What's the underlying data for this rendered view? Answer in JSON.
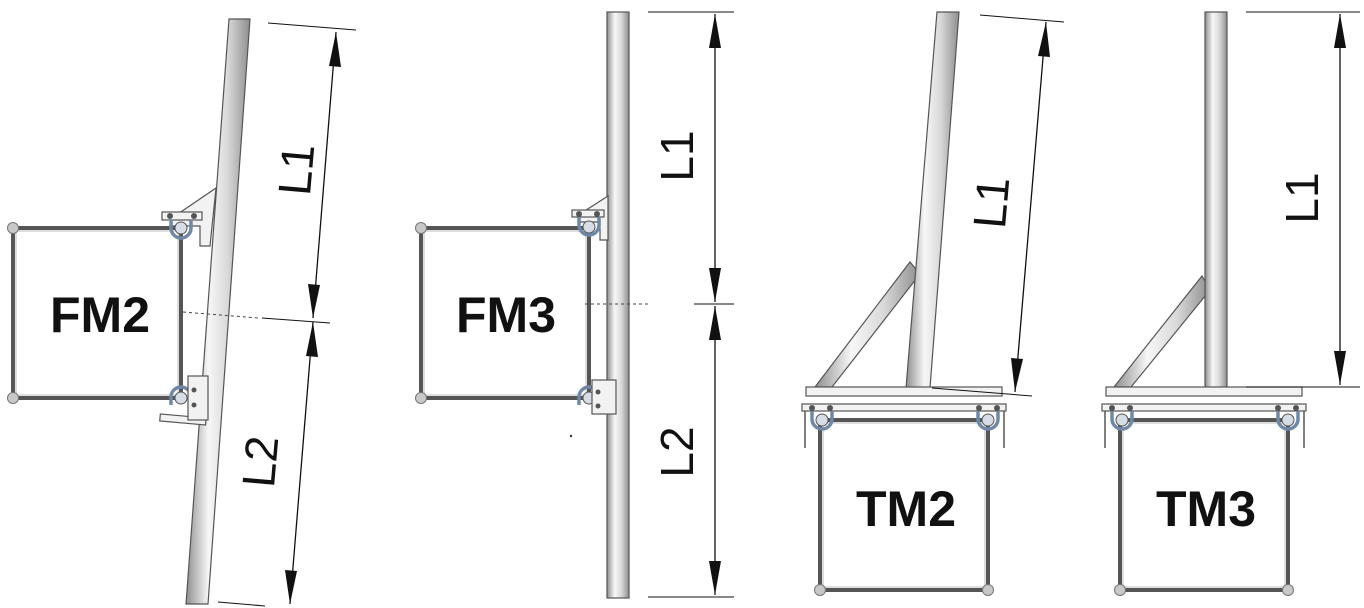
{
  "mounts": [
    {
      "model": "FM2",
      "dimensions": [
        "L1",
        "L2"
      ]
    },
    {
      "model": "FM3",
      "dimensions": [
        "L1",
        "L2"
      ]
    },
    {
      "model": "TM2",
      "dimensions": [
        "L1"
      ]
    },
    {
      "model": "TM3",
      "dimensions": [
        "L1"
      ]
    }
  ],
  "colors": {
    "pipe_light": "#f4f4f4",
    "pipe_dark": "#9a9a9a",
    "outline": "#555555",
    "ubolt": "#6f88a8",
    "text": "#111111"
  }
}
